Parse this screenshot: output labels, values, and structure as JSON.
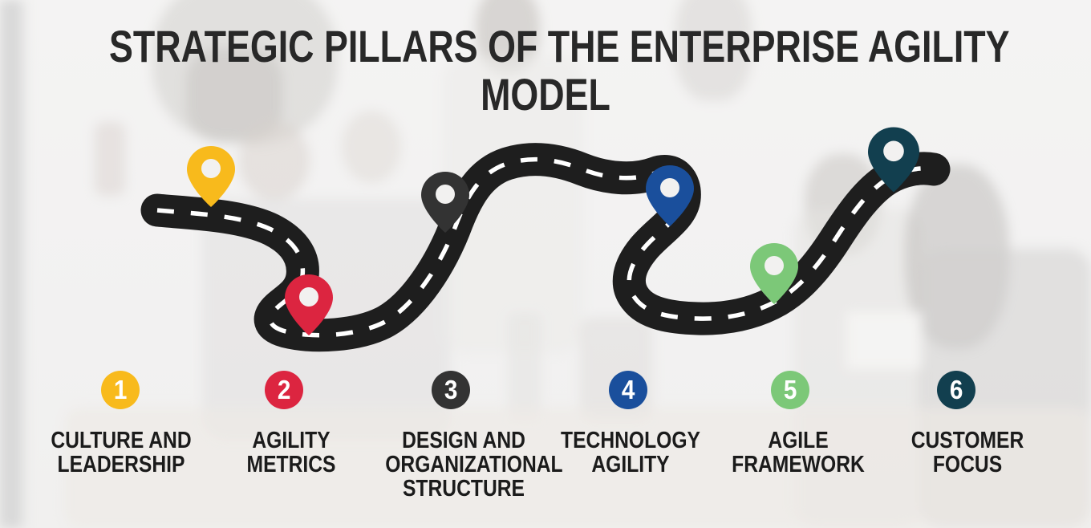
{
  "title": {
    "line1": "STRATEGIC PILLARS OF THE ENTERPRISE AGILITY",
    "line2": "MODEL"
  },
  "road": {
    "color": "#1e1e1e",
    "dash_color": "#ffffff"
  },
  "background": {
    "base_color": "#f0efee",
    "description_icon": "business-meeting-photo-faded"
  },
  "pillars": [
    {
      "number": "1",
      "label": "CULTURE AND\nLEADERSHIP",
      "color": "#F8BA1C",
      "pin_icon": "map-pin-icon"
    },
    {
      "number": "2",
      "label": "AGILITY METRICS",
      "color": "#DC2540",
      "pin_icon": "map-pin-icon"
    },
    {
      "number": "3",
      "label": "DESIGN AND\nORGANIZATIONAL\nSTRUCTURE",
      "color": "#333333",
      "pin_icon": "map-pin-icon"
    },
    {
      "number": "4",
      "label": "TECHNOLOGY\nAGILITY",
      "color": "#1A4F9C",
      "pin_icon": "map-pin-icon"
    },
    {
      "number": "5",
      "label": "AGILE\nFRAMEWORK",
      "color": "#7CC878",
      "pin_icon": "map-pin-icon"
    },
    {
      "number": "6",
      "label": "CUSTOMER\nFOCUS",
      "color": "#123F4F",
      "pin_icon": "map-pin-icon"
    }
  ]
}
